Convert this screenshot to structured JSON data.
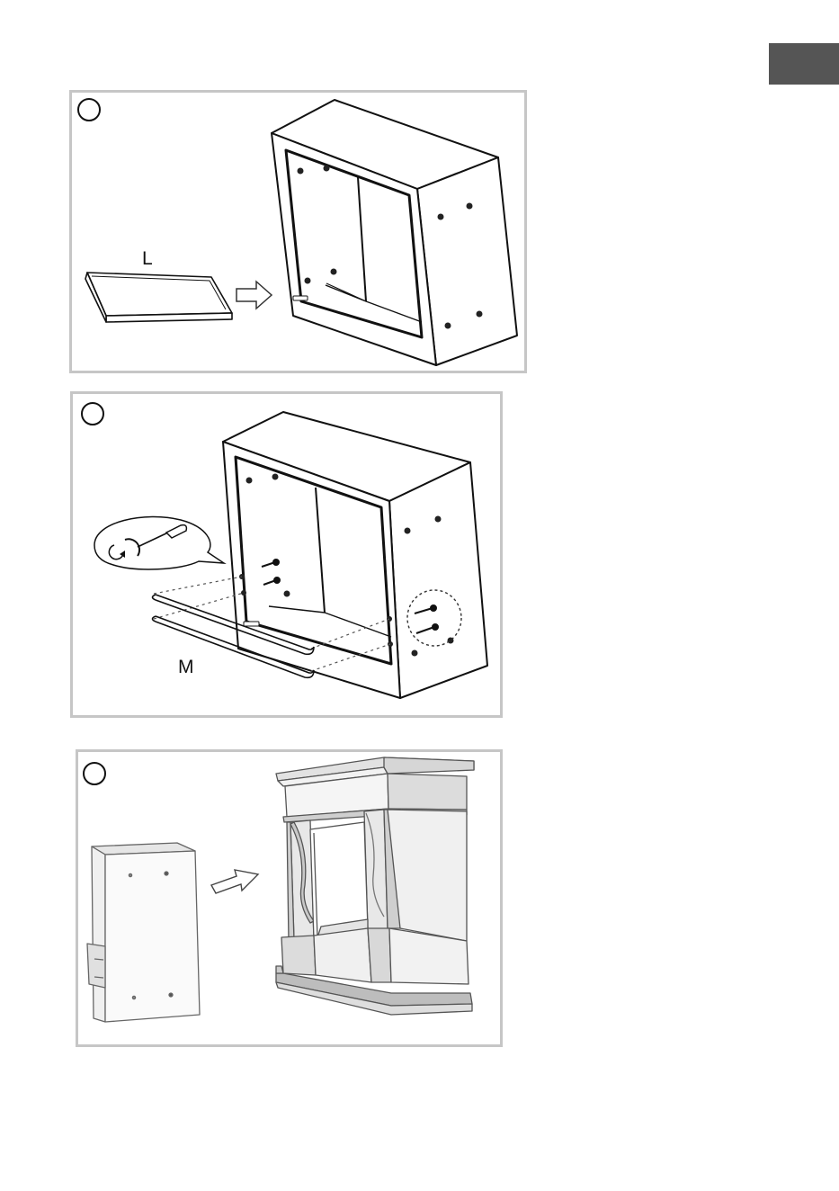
{
  "page": {
    "language_tab_color": "#555555",
    "panel_border_color": "#c6c6c6"
  },
  "steps": [
    {
      "id": "step-1",
      "part_label": "L",
      "icons": [
        "step-circle",
        "tray-part",
        "arrow-right-icon",
        "open-box-frame"
      ]
    },
    {
      "id": "step-2",
      "part_label": "M",
      "icons": [
        "step-circle",
        "screwdriver-icon",
        "rod-part",
        "screw-icon",
        "open-box-frame"
      ]
    },
    {
      "id": "step-3",
      "part_label": "",
      "icons": [
        "step-circle",
        "insert-unit",
        "arrow-right-icon",
        "fireplace-surround"
      ]
    }
  ]
}
